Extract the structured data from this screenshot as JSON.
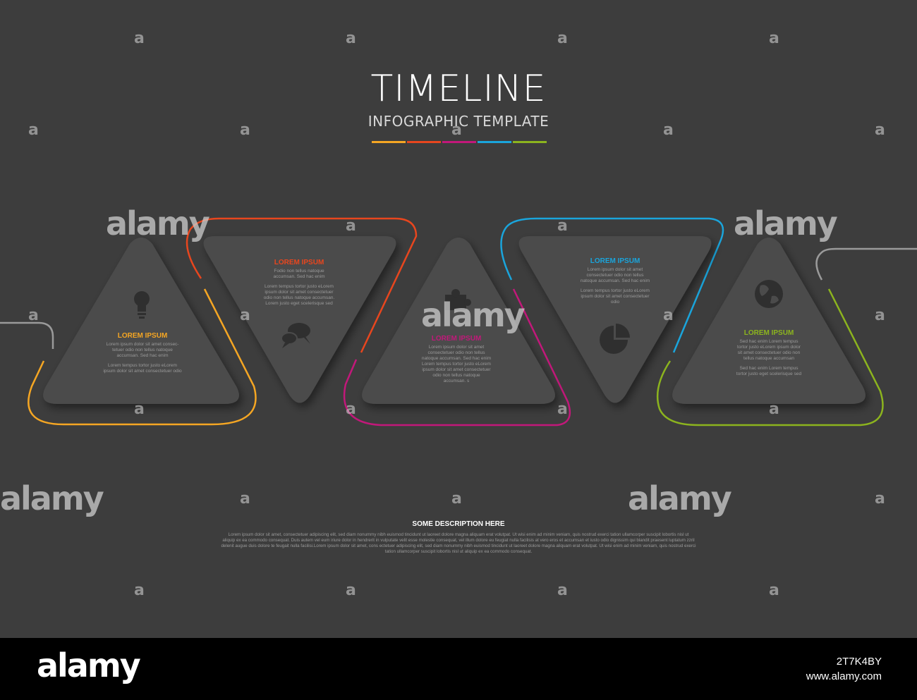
{
  "header": {
    "title": "TIMELINE",
    "subtitle": "INFOGRAPHIC TEMPLATE"
  },
  "colors": {
    "background": "#3d3d3d",
    "shape": "#4b4b4b",
    "step1": "#f5a623",
    "step2": "#e8461e",
    "step3": "#c2187a",
    "step4": "#1aa5dc",
    "step5": "#8cb41e"
  },
  "steps": [
    {
      "title": "LOREM IPSUM",
      "icon": "lightbulb-icon",
      "text": [
        "Lorem ipsum dolor sit amet consec-",
        "tetuer odio non tellus natoque",
        "accumsan. Sed hac enim",
        "",
        "Lorem tempus tortor justo eLorem",
        "ipsum dolor sit amet consectetuer odio"
      ]
    },
    {
      "title": "LOREM IPSUM",
      "icon": "chat-bubbles-icon",
      "text": [
        "Fodio non tellus natoque",
        "accumsan. Sed hac enim",
        "",
        "Lorem tempus tortor justo eLorem",
        "ipsum dolor sit amet consectetuer",
        "odio non tellus natoque accumsan.",
        "Lorem justo eget scelerisque sed"
      ]
    },
    {
      "title": "LOREM IPSUM",
      "icon": "puzzle-icon",
      "text": [
        "Lorem ipsum dolor sit amet",
        "consectetuer odio non tellus",
        "natoque accumsan. Sed hac enim",
        "",
        "Lorem tempus tortor justo eLorem",
        "ipsum dolor sit amet consectetuer",
        "odio non tellus natoque",
        "accumsan. s"
      ]
    },
    {
      "title": "LOREM IPSUM",
      "icon": "pie-chart-icon",
      "text": [
        "Lorem ipsum dolor sit amet",
        "consectetuer odio non tellus",
        "natoque accumsan. Sed hac enim",
        "",
        "Lorem tempus tortor justo eLorem",
        "ipsum dolor sit amet consectetuer",
        "odio"
      ]
    },
    {
      "title": "LOREM IPSUM",
      "icon": "globe-icon",
      "text": [
        "Sed hac enim Lorem tempus",
        "tortor justo eLorem ipsum dolor",
        "sit amet consectetuer odio non",
        "tellus natoque accumsan",
        "",
        "Sed hac enim Lorem tempus",
        "tortor justo eget scelerisque sed"
      ]
    }
  ],
  "description": {
    "title": "SOME DESCRIPTION HERE",
    "lines": [
      "Lorem ipsum dolor sit amet, consectetuer adipiscing elit, sed diam nonummy nibh euismod tincidunt ut laoreet dolore magna aliquam erat volutpat. Ut wisi enim ad minim veniam, quis nostrud exerci tation ullamcorper suscipit lobortis nisl ut",
      "aliquip ex ea commodo consequat. Duis autem vel eum iriure dolor in hendrerit in vulputate velit esse molestie consequat, vel illum dolore eu feugiat nulla facilisis at vero eros et accumsan et iusto odio dignissim qui blandit praesent luptatum zzril",
      "delenit augue duis dolore te feugait nulla facilisi.Lorem ipsum dolor sit amet, cons ectetuer adipiscing elit, sed diam nonummy nibh euismod tincidunt ut laoreet dolore magna aliquam erat volutpat. Ut wisi enim ad minim veniam, quis nostrud exerci",
      "tation ullamcorper suscipit lobortis nisl ut aliquip ex ea commodo consequat."
    ]
  },
  "watermark": {
    "text": "alamy",
    "small_mark": "a"
  },
  "footer": {
    "logo": "alamy",
    "image_id": "2T7K4BY",
    "url": "www.alamy.com"
  }
}
